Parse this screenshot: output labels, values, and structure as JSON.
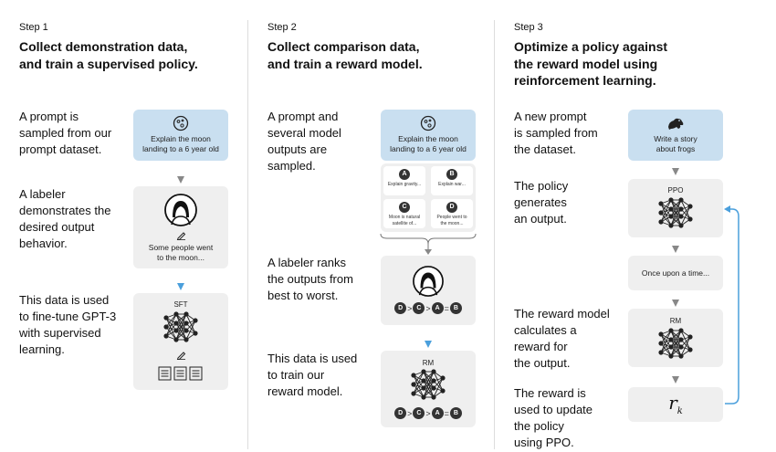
{
  "step1": {
    "label": "Step 1",
    "title_line1": "Collect demonstration data,",
    "title_line2": "and train a supervised policy.",
    "text1": [
      "A prompt is",
      "sampled from our",
      "prompt dataset."
    ],
    "text2": [
      "A labeler",
      "demonstrates the",
      "desired output",
      "behavior."
    ],
    "text3": [
      "This data is used",
      "to fine-tune GPT-3",
      "with supervised",
      "learning."
    ],
    "prompt_box": [
      "Explain the moon",
      "landing to a 6 year old"
    ],
    "labeler_box": [
      "Some people went",
      "to the moon..."
    ],
    "model_label": "SFT",
    "icons": [
      "moon-icon",
      "person-icon",
      "pencil-icon",
      "neural-network-icon",
      "document-icon"
    ]
  },
  "step2": {
    "label": "Step 2",
    "title_line1": "Collect comparison data,",
    "title_line2": "and train a reward model.",
    "text1": [
      "A prompt and",
      "several model",
      "outputs are",
      "sampled."
    ],
    "text2": [
      "A labeler ranks",
      "the outputs from",
      "best to worst."
    ],
    "text3": [
      "This data is used",
      "to train our",
      "reward model."
    ],
    "prompt_box": [
      "Explain the moon",
      "landing to a 6 year old"
    ],
    "outputs": [
      {
        "letter": "A",
        "text": [
          "Explain gravity..."
        ]
      },
      {
        "letter": "B",
        "text": [
          "Explain war..."
        ]
      },
      {
        "letter": "C",
        "text": [
          "Moon is natural",
          "satellite of..."
        ]
      },
      {
        "letter": "D",
        "text": [
          "People went to",
          "the moon..."
        ]
      }
    ],
    "ranking": [
      "D",
      ">",
      "C",
      ">",
      "A",
      "=",
      "B"
    ],
    "model_label": "RM"
  },
  "step3": {
    "label": "Step 3",
    "title_line1": "Optimize a policy against",
    "title_line2": "the reward model using",
    "title_line3": "reinforcement learning.",
    "text1": [
      "A new prompt",
      "is sampled from",
      "the dataset."
    ],
    "text2": [
      "The policy",
      "generates",
      "an output."
    ],
    "text3": [
      "The reward model",
      "calculates a",
      "reward for",
      "the output."
    ],
    "text4": [
      "The reward is",
      "used to update",
      "the policy",
      "using PPO."
    ],
    "prompt_box": [
      "Write a story",
      "about frogs"
    ],
    "policy_label": "PPO",
    "output_box": "Once upon a time...",
    "rm_label": "RM",
    "reward_symbol": "r",
    "reward_sub": "k",
    "icons": [
      "frog-icon",
      "neural-network-icon",
      "feedback-arrow-icon"
    ]
  },
  "colors": {
    "prompt_box": "#c9dff0",
    "panel": "#efefef",
    "arrow_gray": "#888888",
    "arrow_blue": "#4a9fdc"
  }
}
